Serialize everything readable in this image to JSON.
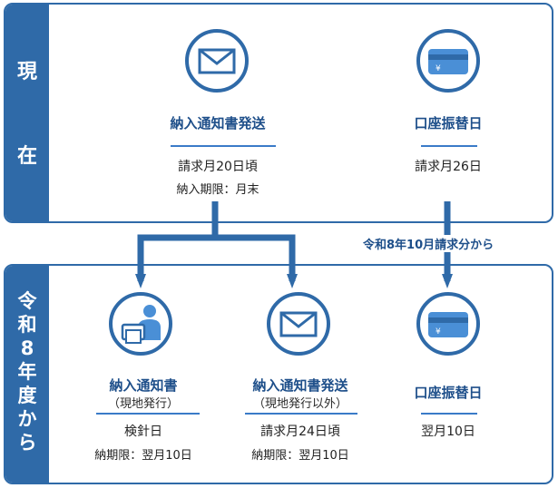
{
  "current": {
    "side_label": [
      "現",
      "在"
    ],
    "cols": [
      {
        "icon": "envelope-icon",
        "title": "納入通知書発送",
        "line1": "請求月20日頃",
        "line2": "納入期限：月末"
      },
      {
        "icon": "credit-card-icon",
        "title": "口座振替日",
        "line1": "請求月26日",
        "line2": ""
      }
    ]
  },
  "future": {
    "side_label": [
      "令",
      "和",
      "8",
      "年",
      "度",
      "か",
      "ら"
    ],
    "note": "令和8年10月請求分から",
    "cols": [
      {
        "icon": "meter-reader-icon",
        "title": "納入通知書",
        "subtitle": "（現地発行）",
        "line1": "検針日",
        "line2": "納期限：翌月10日"
      },
      {
        "icon": "envelope-icon",
        "title": "納入通知書発送",
        "subtitle": "（現地発行以外）",
        "line1": "請求月24日頃",
        "line2": "納期限：翌月10日"
      },
      {
        "icon": "credit-card-icon",
        "title": "口座振替日",
        "subtitle": "",
        "line1": "翌月10日",
        "line2": ""
      }
    ]
  },
  "colors": {
    "primary": "#2f6aa8",
    "accent": "#3a7bc8",
    "icon_fill": "#4a8fd6"
  }
}
